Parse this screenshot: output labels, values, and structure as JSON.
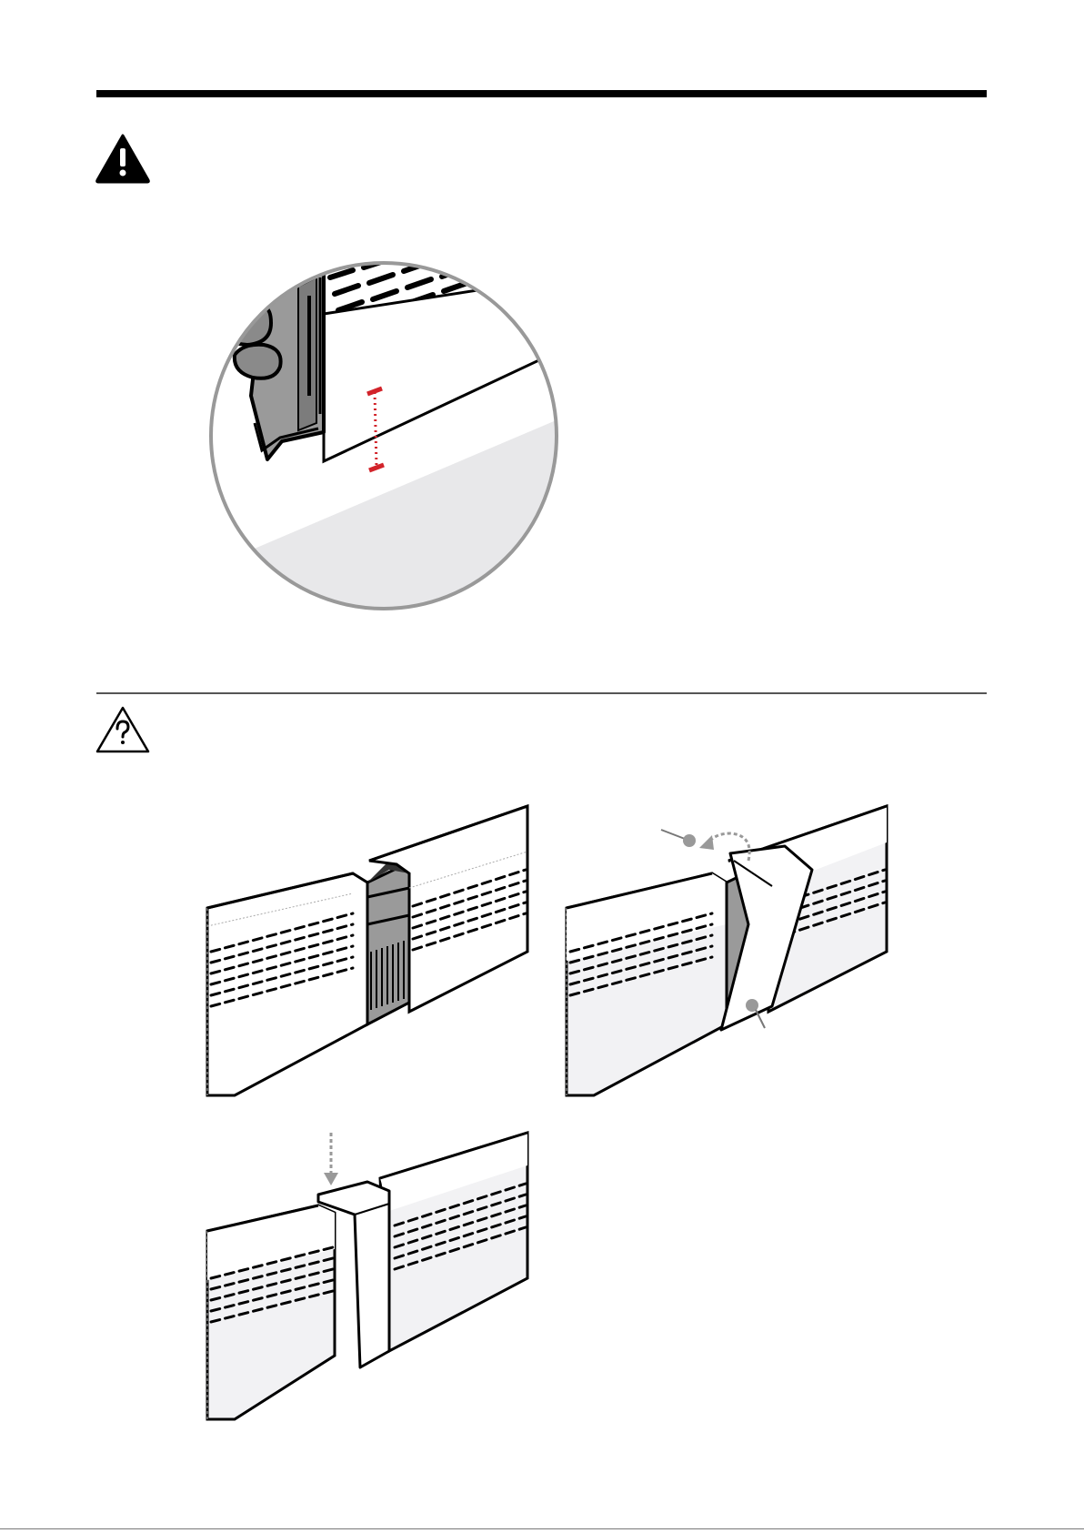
{
  "colors": {
    "ink": "#000000",
    "panel_gray": "#e8e8ea",
    "bracket_gray": "#9a9a9a",
    "dark_gray": "#5e5e5e",
    "circle_gray": "#999999",
    "gap_marker_red": "#d2232a",
    "arrow_gray": "#999999"
  },
  "icons": {
    "warning": "warning-exclamation-icon",
    "tip": "question-triangle-icon"
  },
  "sections": [
    {
      "name": "warning-section",
      "icon": "warning-exclamation-icon",
      "figures": [
        "detail-gap-zoom-circle"
      ]
    },
    {
      "name": "tip-section",
      "icon": "question-triangle-icon",
      "figures": [
        "step-1-cover-gap",
        "step-2-wrap-joiner",
        "step-3-joiner-installed"
      ]
    }
  ]
}
